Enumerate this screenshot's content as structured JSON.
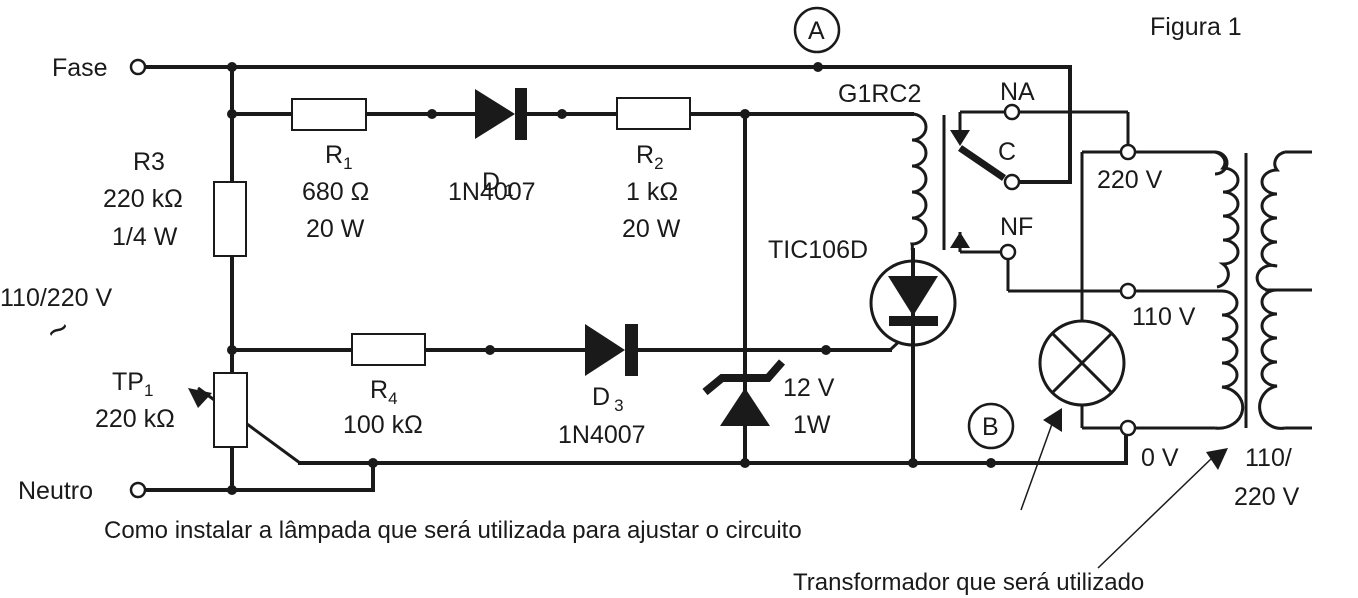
{
  "figure": {
    "title": "Figura 1"
  },
  "terminals": {
    "phase": "Fase",
    "neutral": "Neutro",
    "supply_voltage": "110/220 V",
    "ac_symbol": "~"
  },
  "test_points": {
    "a": "A",
    "b": "B"
  },
  "components": {
    "r1": {
      "name": "R",
      "sub": "1",
      "value": "680 Ω",
      "power": "20 W"
    },
    "r2": {
      "name": "R",
      "sub": "2",
      "value": "1 kΩ",
      "power": "20 W"
    },
    "r3": {
      "name": "R3",
      "value": "220 kΩ",
      "power": "1/4 W"
    },
    "r4": {
      "name": "R",
      "sub": "4",
      "value": "100 kΩ"
    },
    "d1": {
      "name": "D",
      "sub": "1",
      "part": "1N4007"
    },
    "d3": {
      "name": "D",
      "sub": "3",
      "part": "1N4007"
    },
    "tp1": {
      "name": "TP",
      "sub": "1",
      "value": "220 kΩ"
    },
    "zener": {
      "voltage": "12 V",
      "power": "1W"
    },
    "scr": {
      "part": "TIC106D"
    },
    "relay": {
      "part": "G1RC2",
      "contact_no": "NA",
      "contact_common": "C",
      "contact_nc": "NF"
    },
    "transformer": {
      "tap_220": "220 V",
      "tap_110": "110 V",
      "tap_0": "0 V",
      "secondary_line1": "110/",
      "secondary_line2": "220 V"
    }
  },
  "captions": {
    "lamp": "Como instalar a lâmpada que será utilizada para ajustar o circuito",
    "transformer": "Transformador que será utilizado"
  }
}
